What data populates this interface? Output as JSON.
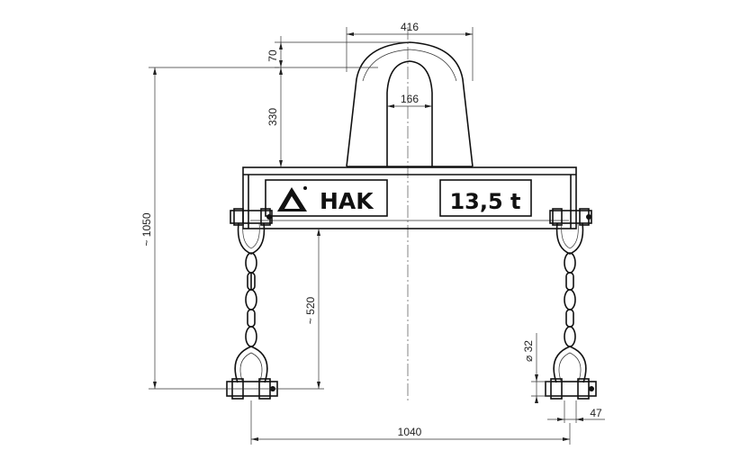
{
  "drawing": {
    "brand_label": "HAK",
    "capacity_label": "13,5 t"
  },
  "dimensions": {
    "top_width": "416",
    "loop_height": "70",
    "eye_height": "330",
    "inner_width": "166",
    "total_height": "~ 1050",
    "chain_length": "~ 520",
    "shackle_diameter": "⌀ 32",
    "shackle_width": "47",
    "span": "1040"
  },
  "colors": {
    "line": "#111111",
    "background": "#ffffff"
  }
}
